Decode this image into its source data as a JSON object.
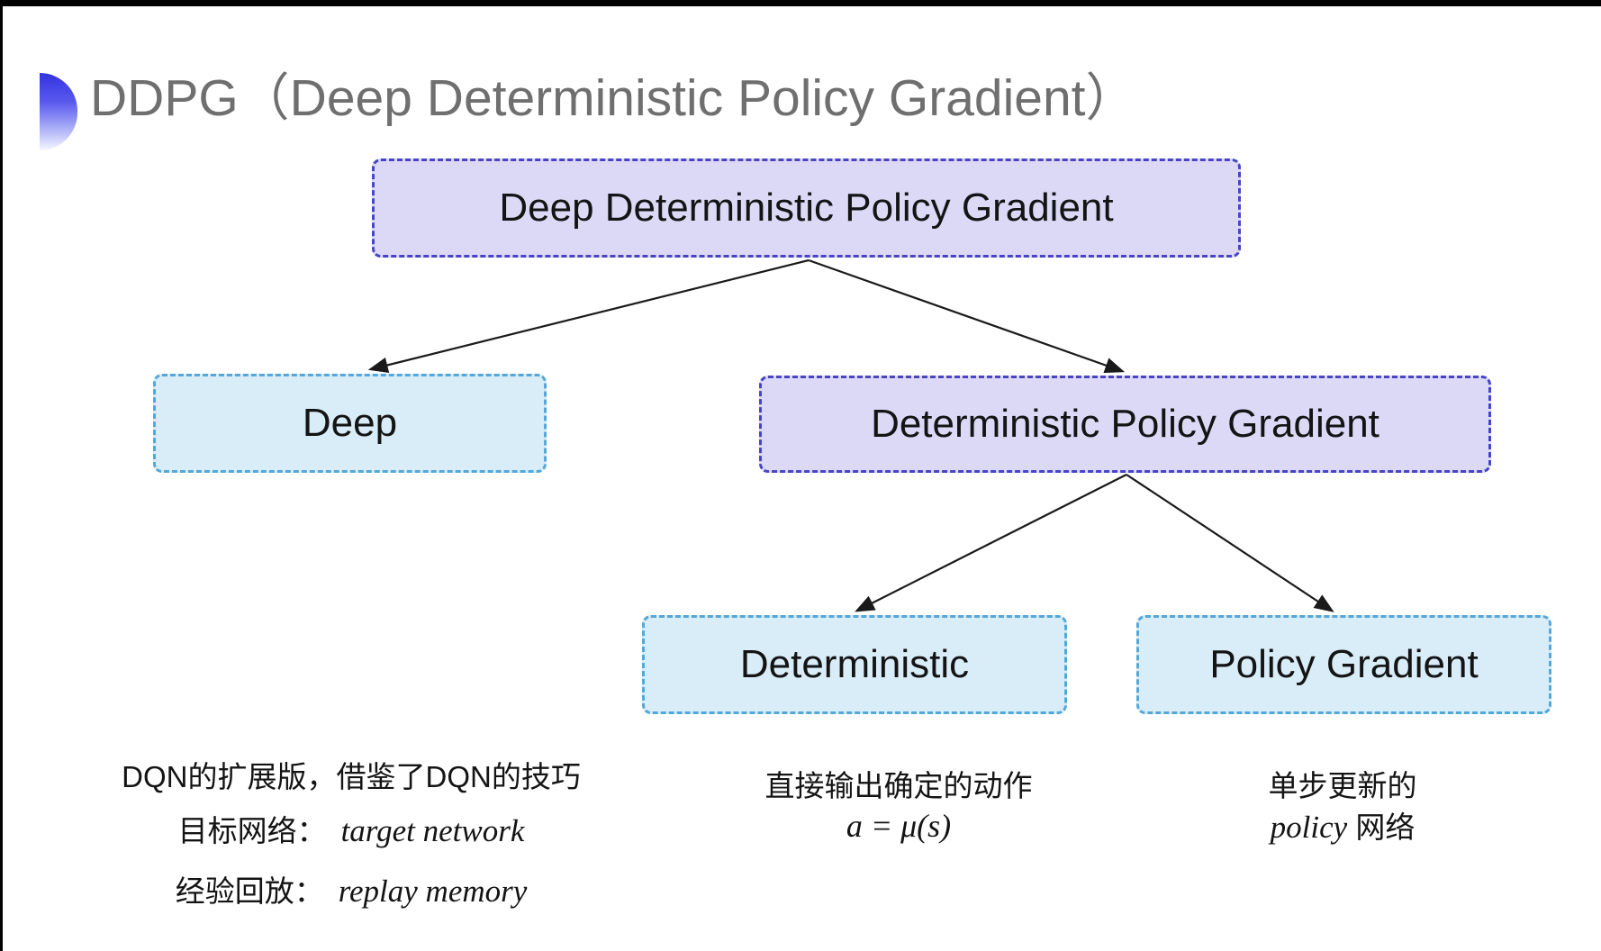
{
  "slide": {
    "title": "DDPG（Deep Deterministic Policy Gradient）"
  },
  "colors": {
    "purple_fill": "#dcd9f6",
    "purple_border": "#4745c4",
    "cyan_fill": "#d9edf9",
    "cyan_border": "#55a7d9",
    "title_text": "#6f6f6f",
    "node_text": "#141414",
    "arrow": "#1a1a1a",
    "bullet_top": "#3232e0",
    "bullet_bottom": "#f6f7ff"
  },
  "nodes": {
    "root": "Deep Deterministic Policy Gradient",
    "deep": "Deep",
    "dpg": "Deterministic Policy Gradient",
    "deterministic": "Deterministic",
    "policy_gradient": "Policy Gradient"
  },
  "annotations": {
    "deep_note": {
      "line1": "DQN的扩展版，借鉴了DQN的技巧",
      "line2_label": "目标网络：",
      "line2_term": "target network",
      "line3_label": "经验回放：",
      "line3_term": "replay memory"
    },
    "deterministic_note": {
      "line1": "直接输出确定的动作",
      "formula": "a = μ(s)"
    },
    "policy_gradient_note": {
      "line1": "单步更新的",
      "term": "policy",
      "line2_rest": " 网络"
    }
  }
}
